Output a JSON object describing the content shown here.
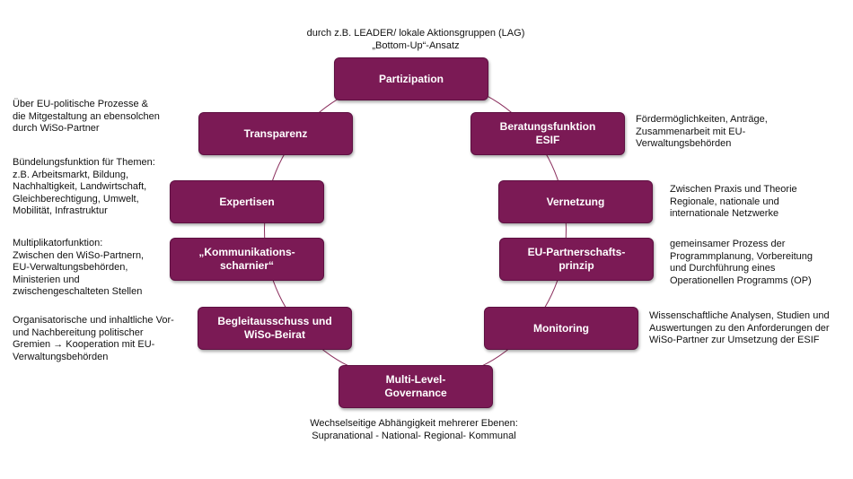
{
  "top_note": "durch z.B. LEADER/ lokale Aktionsgruppen (LAG)\n„Bottom-Up“-Ansatz",
  "bottom_note": "Wechselseitige Abhängigkeit mehrerer Ebenen:\nSupranational - National- Regional- Kommunal",
  "nodes": {
    "partizipation": "Partizipation",
    "beratungsfunktion": "Beratungsfunktion\nESIF",
    "vernetzung": "Vernetzung",
    "partnerschaftsprinzip": "EU-Partnerschafts-\nprinzip",
    "monitoring": "Monitoring",
    "multilevel": "Multi-Level-\nGovernance",
    "begleitausschuss": "Begleitausschuss und\nWiSo-Beirat",
    "kommunikation": "„Kommunikations-\nscharnier“",
    "expertisen": "Expertisen",
    "transparenz": "Transparenz"
  },
  "notes": {
    "transparenz": "Über EU-politische Prozesse &\ndie Mitgestaltung an ebensolchen\ndurch WiSo-Partner",
    "expertisen": "Bündelungsfunktion für Themen:\nz.B. Arbeitsmarkt, Bildung,\nNachhaltigkeit, Landwirtschaft,\nGleichberechtigung, Umwelt,\nMobilität, Infrastruktur",
    "kommunikation": "Multiplikatorfunktion:\nZwischen den WiSo-Partnern,\nEU-Verwaltungsbehörden,\nMinisterien und\nzwischengeschalteten Stellen",
    "begleitausschuss": "Organisatorische und inhaltliche Vor-\nund Nachbereitung politischer\nGremien → Kooperation mit EU-\nVerwaltungsbehörden",
    "beratungsfunktion": "Fördermöglichkeiten, Anträge,\nZusammenarbeit mit EU-\nVerwaltungsbehörden",
    "vernetzung": "Zwischen Praxis und Theorie\nRegionale, nationale und\ninternationale Netzwerke",
    "partnerschaftsprinzip": "gemeinsamer Prozess der\nProgrammplanung, Vorbereitung\nund Durchführung eines\nOperationellen Programms (OP)",
    "monitoring": "Wissenschaftliche Analysen, Studien und\nAuswertungen zu den Anforderungen der\nWiSo-Partner zur Umsetzung der ESIF"
  }
}
